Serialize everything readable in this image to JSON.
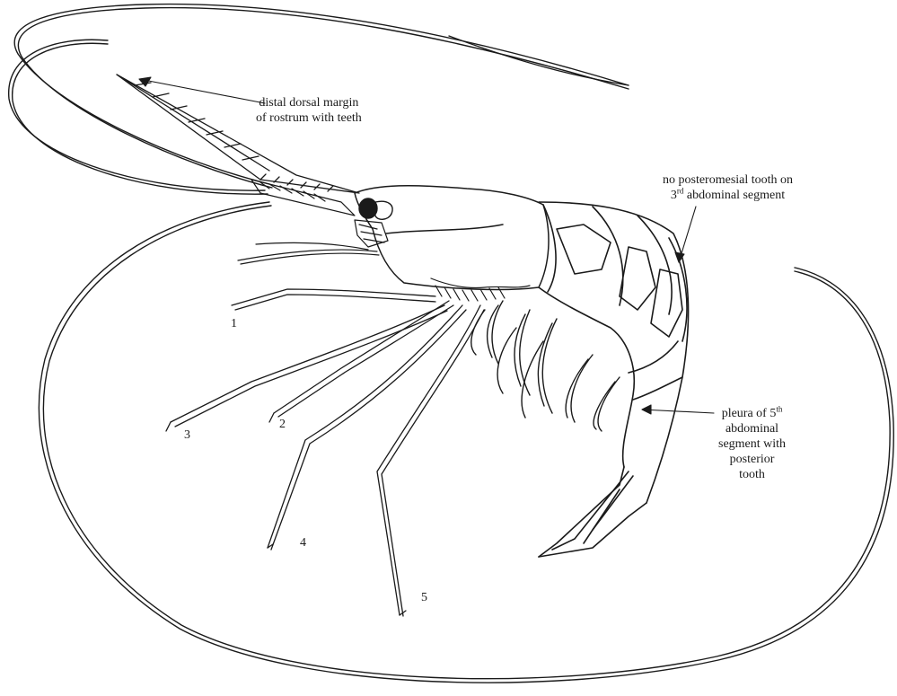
{
  "annotations": {
    "rostrum": {
      "line1": "distal dorsal margin",
      "line2": "of rostrum with teeth"
    },
    "posteromesial": {
      "line1": "no posteromesial tooth on",
      "ordinal": "3",
      "sup": "rd",
      "rest": " abdominal segment"
    },
    "pleura": {
      "line1_pre": "pleura of 5",
      "line1_sup": "th",
      "line2": "abdominal",
      "line3": "segment with",
      "line4": "posterior",
      "line5": "tooth"
    }
  },
  "leg_labels": [
    "1",
    "2",
    "3",
    "4",
    "5"
  ],
  "colors": {
    "ink": "#1a1a1a",
    "background": "#ffffff"
  }
}
